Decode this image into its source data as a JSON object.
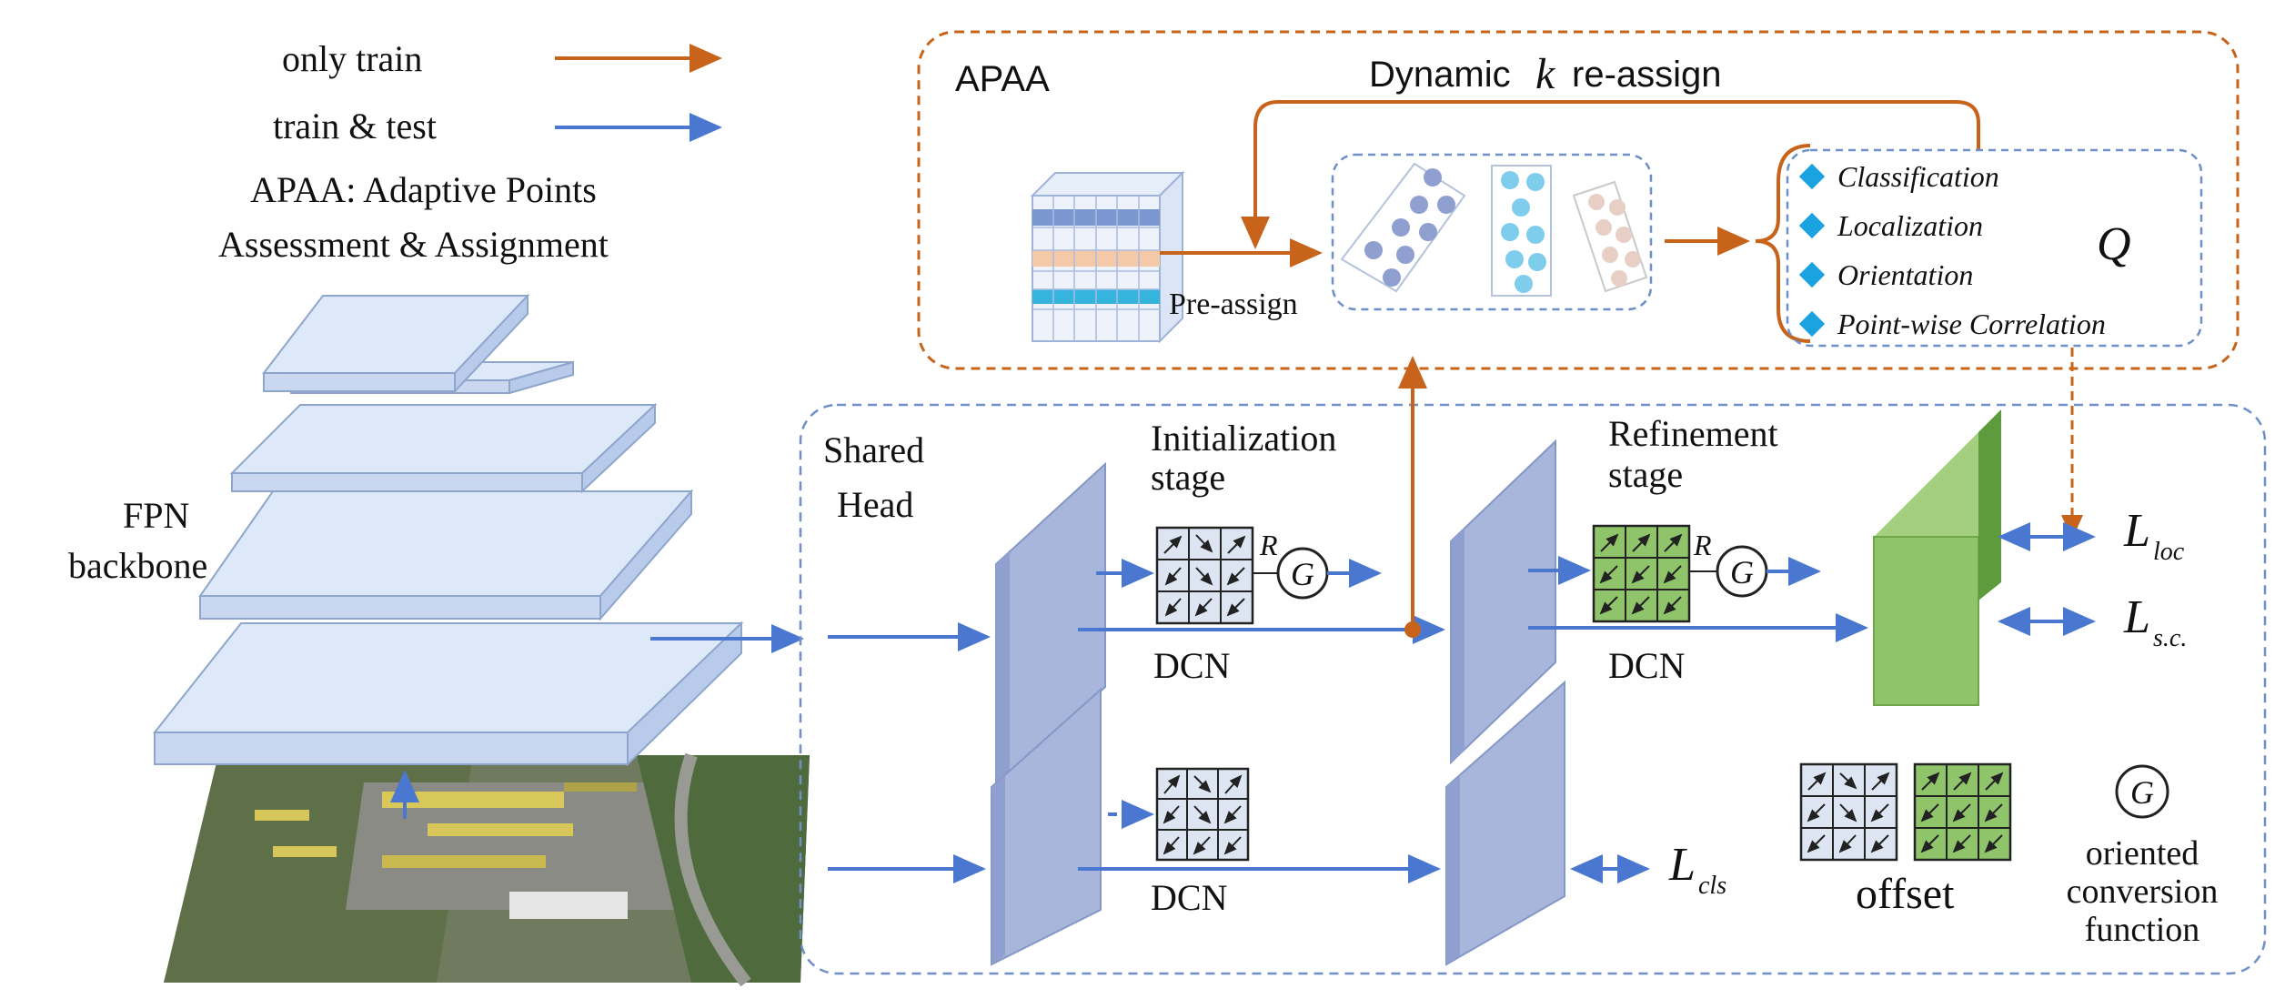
{
  "legend": {
    "only_train": "only train",
    "train_test": "train & test",
    "apaa_line1": "APAA: Adaptive Points",
    "apaa_line2": "Assessment & Assignment"
  },
  "apaa_box": {
    "title": "APAA",
    "reassign_prefix": "Dynamic",
    "reassign_k": "k",
    "reassign_suffix": "re-assign",
    "pre_assign": "Pre-assign",
    "criteria": [
      "Classification",
      "Localization",
      "Orientation",
      "Point-wise Correlation"
    ],
    "q_symbol": "Q"
  },
  "fpn": {
    "line1": "FPN",
    "line2": "backbone"
  },
  "head": {
    "shared_line1": "Shared",
    "shared_line2": "Head",
    "init_line1": "Initialization",
    "init_line2": "stage",
    "refine_line1": "Refinement",
    "refine_line2": "stage",
    "dcn_labels": [
      "DCN",
      "DCN",
      "DCN"
    ],
    "r_symbol": "R",
    "g_symbol": "G"
  },
  "losses": {
    "loc": {
      "symbol": "L",
      "sub": "loc"
    },
    "sc": {
      "symbol": "L",
      "sub": "s.c."
    },
    "cls": {
      "symbol": "L",
      "sub": "cls"
    }
  },
  "key": {
    "offset": "offset",
    "oriented_line1": "oriented",
    "oriented_line2": "conversion",
    "oriented_line3": "function"
  },
  "colors": {
    "orange": "#c8631b",
    "blue": "#4a78d0",
    "layer_fill": "#dde8f8",
    "feature_map": "#a8b6dc",
    "green_map": "#8fc46a",
    "diamond": "#1aa3e0"
  }
}
